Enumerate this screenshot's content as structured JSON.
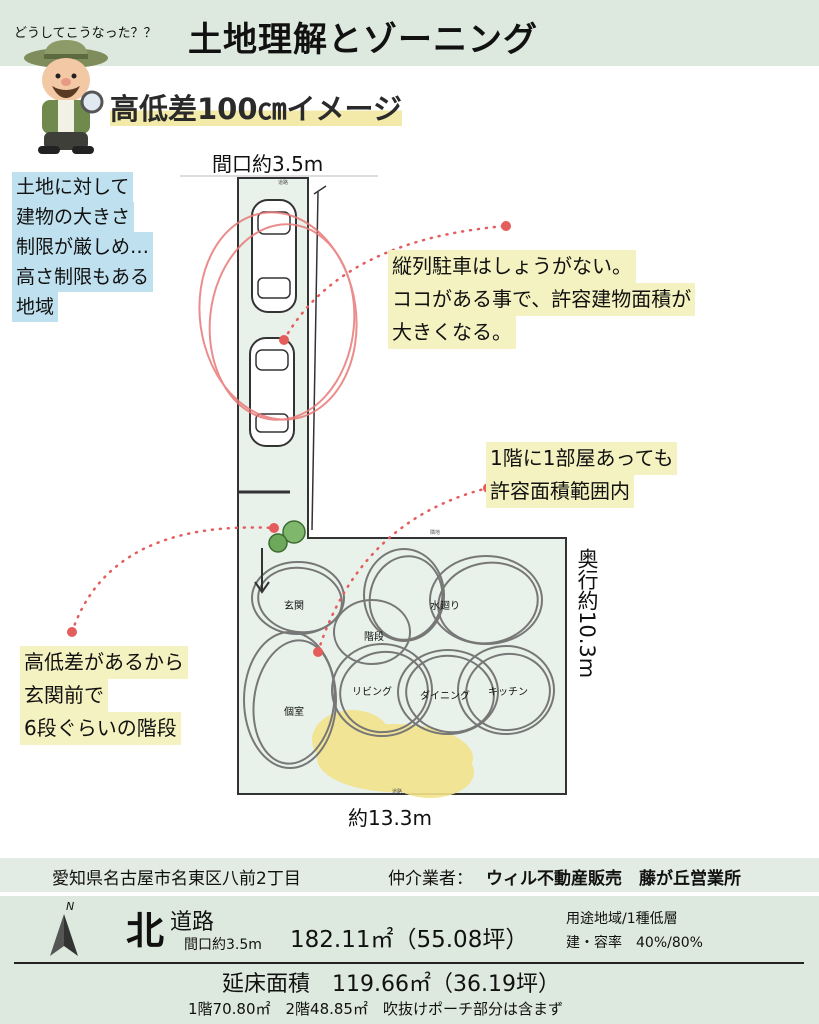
{
  "header": {
    "kicker": "どうしてこうなった？？",
    "title": "土地理解とゾーニング"
  },
  "subtitle": "高低差100㎝イメージ",
  "dimensions": {
    "frontage": "間口約3.5m",
    "depth": "奥行約10.3m",
    "width": "約13.3m"
  },
  "notes": {
    "left": [
      "土地に対して",
      "建物の大きさ",
      "制限が厳しめ…",
      "高さ制限もある",
      "地域"
    ],
    "parking": [
      "縦列駐車はしょうがない。",
      "ココがある事で、許容建物面積が",
      "大きくなる。"
    ],
    "room": [
      "1階に1部屋あっても",
      "許容面積範囲内"
    ],
    "stairs": [
      "高低差があるから",
      "玄関前で",
      "6段ぐらいの階段"
    ]
  },
  "zones": {
    "entrance": "玄関",
    "water": "水廻り",
    "stairs": "階段",
    "bedroom": "個室",
    "living": "リビング",
    "dining": "ダイニング",
    "kitchen": "キッチン"
  },
  "plan_labels": {
    "road": "道路",
    "neighbor": "隣地"
  },
  "info": {
    "address": "愛知県名古屋市名東区八前2丁目",
    "agent_label": "仲介業者：",
    "agent": "ウィル不動産販売　藤が丘営業所"
  },
  "summary": {
    "compass": "N",
    "direction": "北",
    "road": "道路",
    "frontage": "間口約3.5m",
    "area": "182.11㎡（55.08坪）",
    "zoning": "用途地域/1種低層",
    "ratio": "建・容率　40%/80%",
    "floor_area": "延床面積　119.66㎡（36.19坪）",
    "floors": "1階70.80㎡　2階48.85㎡　吹抜けポーチ部分は含まず"
  },
  "colors": {
    "band": "#dde9de",
    "site": "#e8f2ea",
    "highlight_blue": "#bfe0ee",
    "highlight_yellow": "#f3f2c0",
    "accent_red": "#e45c5c"
  }
}
